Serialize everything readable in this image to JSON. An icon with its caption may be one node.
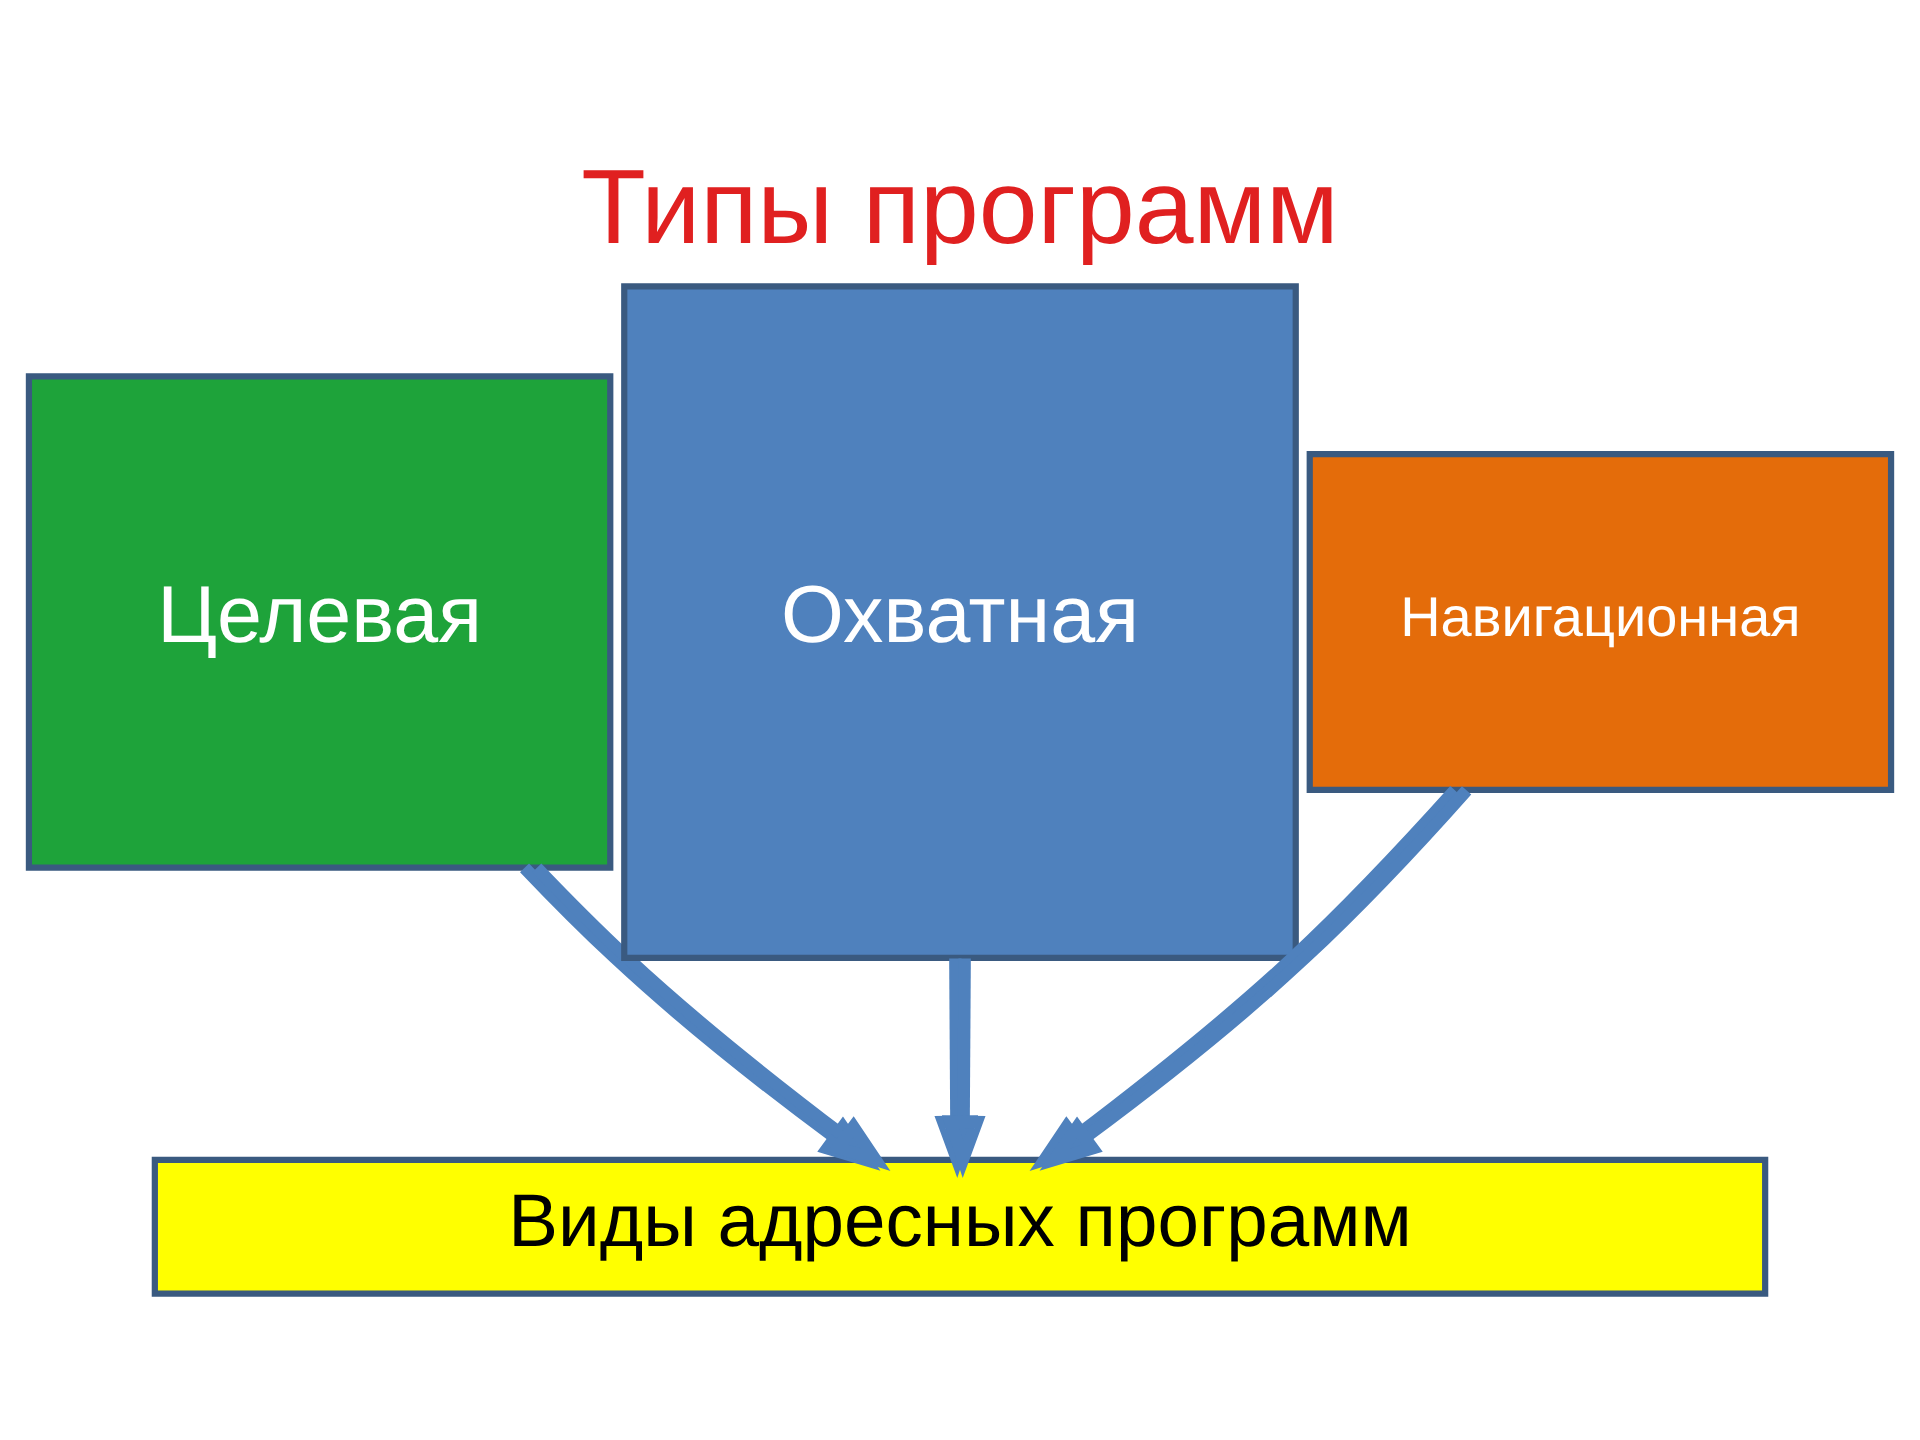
{
  "diagram": {
    "title": "Типы программ",
    "nodes": [
      {
        "text": [
          "Целевая"
        ]
      },
      {
        "text": [
          "Охватная"
        ]
      },
      {
        "text": [
          "Навигационная"
        ]
      },
      {
        "text": [
          "Виды адресных программ"
        ]
      }
    ],
    "edges": [
      {
        "from": 0,
        "to": 3,
        "arrow": "to"
      },
      {
        "from": 0,
        "to": 3,
        "arrow": "to"
      },
      {
        "from": 1,
        "to": 3,
        "arrow": "to"
      },
      {
        "from": 1,
        "to": 3,
        "arrow": "to"
      },
      {
        "from": 2,
        "to": 3,
        "arrow": "to"
      },
      {
        "from": 2,
        "to": 3,
        "arrow": "to"
      }
    ]
  }
}
